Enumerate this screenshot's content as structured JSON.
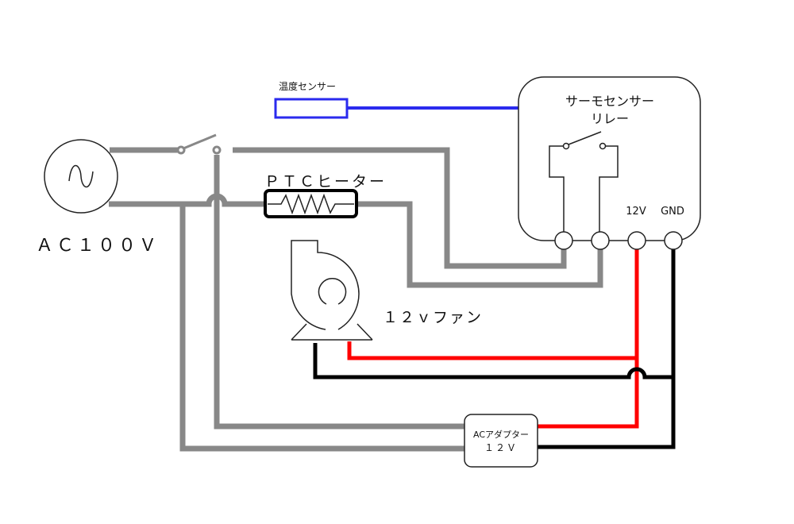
{
  "labels": {
    "ac_source": "ＡＣ１００Ｖ",
    "temp_sensor": "温度センサー",
    "heater": "ＰＴＣヒーター",
    "fan": "１２ｖファン",
    "relay_line1": "サーモセンサー",
    "relay_line2": "リレー",
    "terminal_12v": "12V",
    "terminal_gnd": "GND",
    "adapter_line1": "ACアダプター",
    "adapter_line2": "１２Ｖ"
  },
  "colors": {
    "ac_wire": "#888888",
    "positive_12v": "#ff0000",
    "ground": "#000000",
    "sensor_wire": "#2a2aee"
  }
}
